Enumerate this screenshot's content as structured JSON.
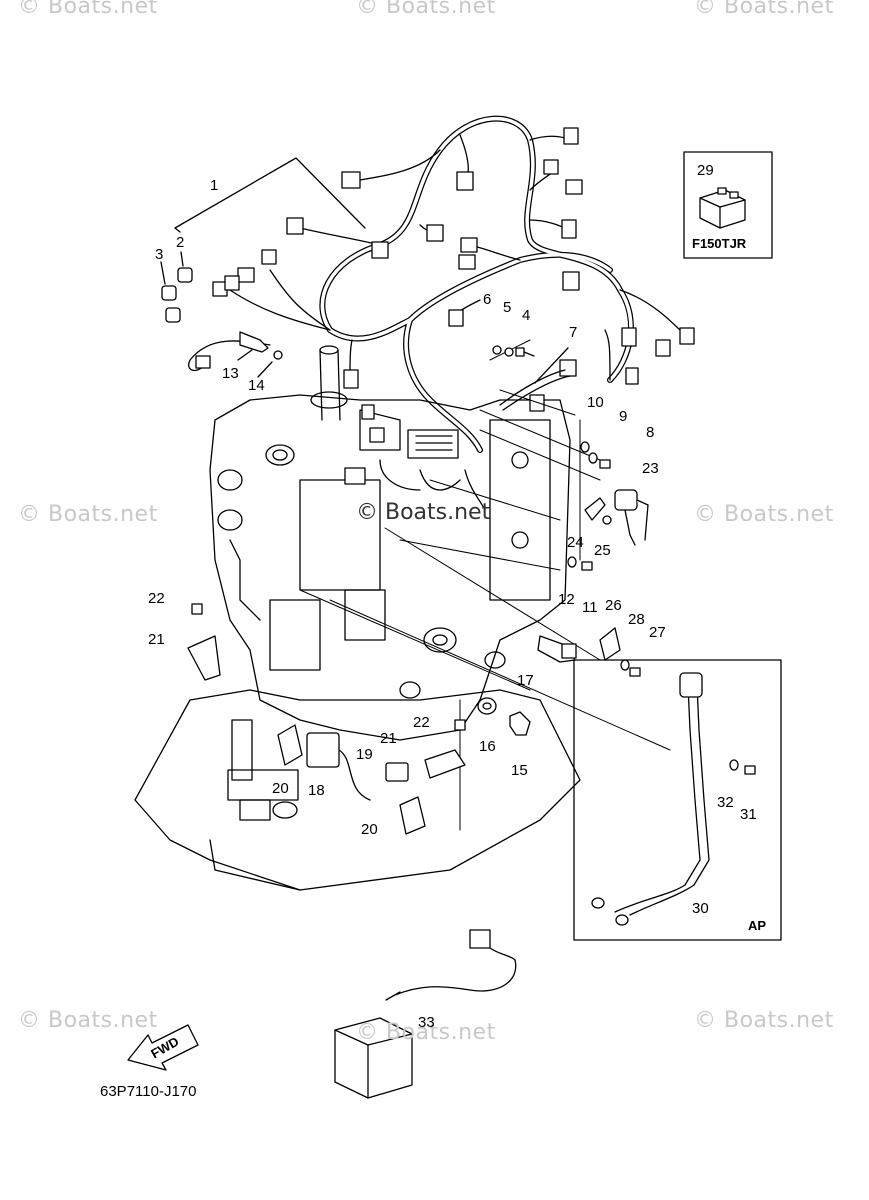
{
  "watermarks": [
    "© Boats.net",
    "© Boats.net",
    "© Boats.net",
    "© Boats.net",
    "© Boats.net",
    "© Boats.net",
    "© Boats.net",
    "© Boats.net"
  ],
  "center_watermark": "© Boats.net",
  "part_code": "63P7110-J170",
  "fwd_label": "FWD",
  "insets": {
    "f150tjr": {
      "label": "F150TJR",
      "part_number": "29"
    },
    "ap": {
      "label": "AP"
    }
  },
  "callouts": [
    "1",
    "2",
    "3",
    "4",
    "5",
    "6",
    "7",
    "8",
    "9",
    "10",
    "11",
    "12",
    "13",
    "14",
    "15",
    "16",
    "17",
    "18",
    "19",
    "20",
    "20",
    "21",
    "21",
    "22",
    "22",
    "23",
    "24",
    "25",
    "26",
    "27",
    "28",
    "30",
    "31",
    "32",
    "33"
  ]
}
